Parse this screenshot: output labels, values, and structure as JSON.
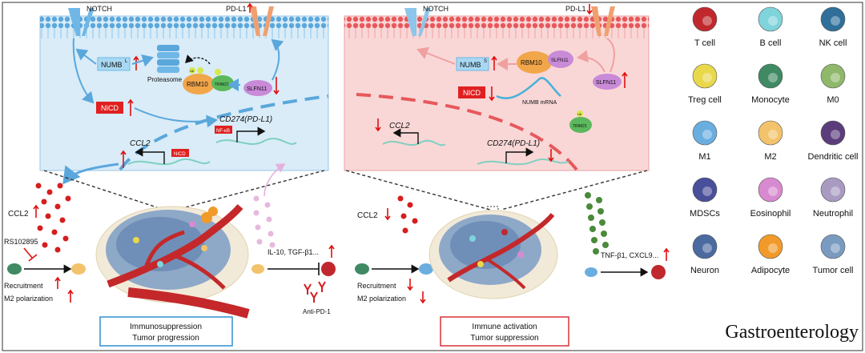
{
  "left_panel": {
    "notch_label": "NOTCH",
    "pdl1_label": "PD-L1",
    "numb_label": "NUMB",
    "numb_superscript": "L",
    "proteasome_label": "Proteasome",
    "rbm10_label": "RBM10",
    "trim21_label": "TRIM21",
    "ub_label": "Ub",
    "slfn11_label": "SLFN11",
    "nicd_label": "NICD",
    "cd274_label": "CD274(PD-L1)",
    "nfkb_label": "NF-κB",
    "ccl2_label": "CCL2",
    "ccl2_secreted_label": "CCL2",
    "rs102895_label": "RS102895",
    "recruitment_label": "Recruitment",
    "m2_polarization_label": "M2 polarization",
    "cytokines_label": "IL-10, TGF-β1...",
    "anti_pd1_label": "Anti-PD-1",
    "outcome_line1": "Immunosuppression",
    "outcome_line2": "Tumor progression"
  },
  "right_panel": {
    "notch_label": "NOTCH",
    "pdl1_label": "PD-L1",
    "numb_label": "NUMB",
    "numb_superscript": "S",
    "rbm10_label": "RBM10",
    "slfn11_label": "SLFN11",
    "slfn11_left_label": "SLFN11",
    "nicd_label": "NICD",
    "numb_mrna_label": "NUMB mRNA",
    "trim21_label": "TRIM21",
    "ub_label": "Ub",
    "ccl2_label": "CCL2",
    "cd274_label": "CD274(PD-L1)",
    "ccl2_secreted_label": "CCL2",
    "recruitment_label": "Recruitment",
    "m2_polarization_label": "M2 polarization",
    "cytokines_label": "TNF-β1, CXCL9...",
    "outcome_line1": "Immune activation",
    "outcome_line2": "Tumor suppression"
  },
  "legend": [
    {
      "label": "T cell",
      "color": "#c0282d"
    },
    {
      "label": "B cell",
      "color": "#7fd4dc"
    },
    {
      "label": "NK cell",
      "color": "#2f6f9a"
    },
    {
      "label": "Treg cell",
      "color": "#e9d84a"
    },
    {
      "label": "Monocyte",
      "color": "#3f8a63"
    },
    {
      "label": "M0",
      "color": "#8fb86a"
    },
    {
      "label": "M1",
      "color": "#6aaee0"
    },
    {
      "label": "M2",
      "color": "#f2c36a"
    },
    {
      "label": "Dendritic cell",
      "color": "#5a3d7a"
    },
    {
      "label": "MDSCs",
      "color": "#4a4f9a"
    },
    {
      "label": "Eosinophil",
      "color": "#d88ad0"
    },
    {
      "label": "Neutrophil",
      "color": "#a89ac0"
    },
    {
      "label": "Neuron",
      "color": "#4a6aa0"
    },
    {
      "label": "Adipocyte",
      "color": "#f19a2a"
    },
    {
      "label": "Tumor cell",
      "color": "#7a9ac0"
    }
  ],
  "journal": "Gastroenterology",
  "colors": {
    "left_bg": "#d9ecf8",
    "right_bg": "#f9d7d7",
    "membrane_left": "#5aa7dc",
    "membrane_right": "#e7585b",
    "up_arrow": "#e01010",
    "left_box_border": "#2f8fd0",
    "right_box_border": "#d8323a"
  }
}
